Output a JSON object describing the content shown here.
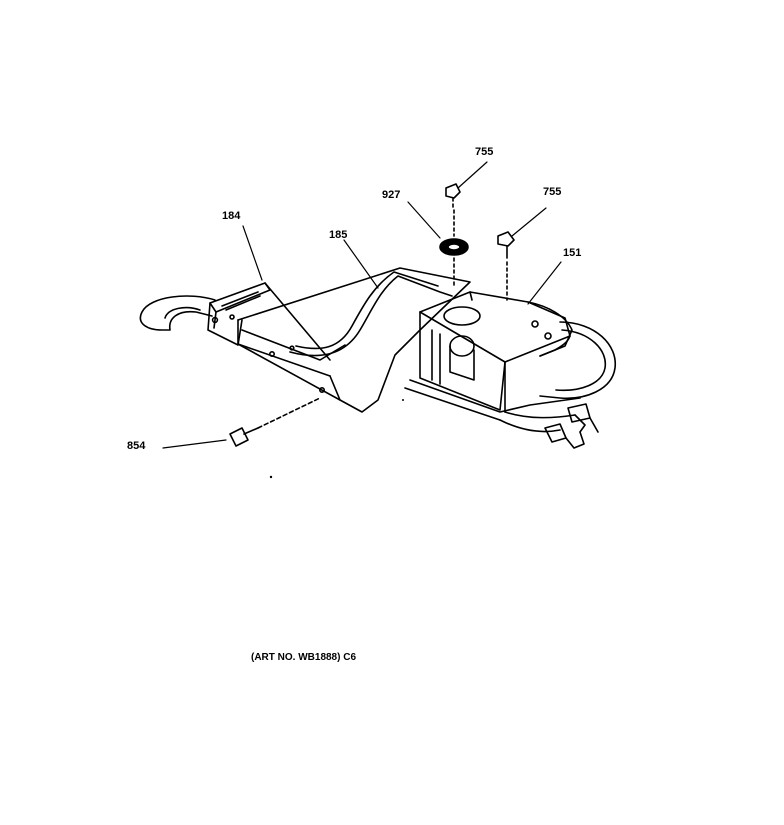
{
  "callouts": {
    "c184": "184",
    "c185": "185",
    "c927": "927",
    "c755a": "755",
    "c755b": "755",
    "c151": "151",
    "c854": "854"
  },
  "caption": "(ART NO. WB1888) C6",
  "colors": {
    "line": "#000000",
    "background": "#ffffff"
  }
}
